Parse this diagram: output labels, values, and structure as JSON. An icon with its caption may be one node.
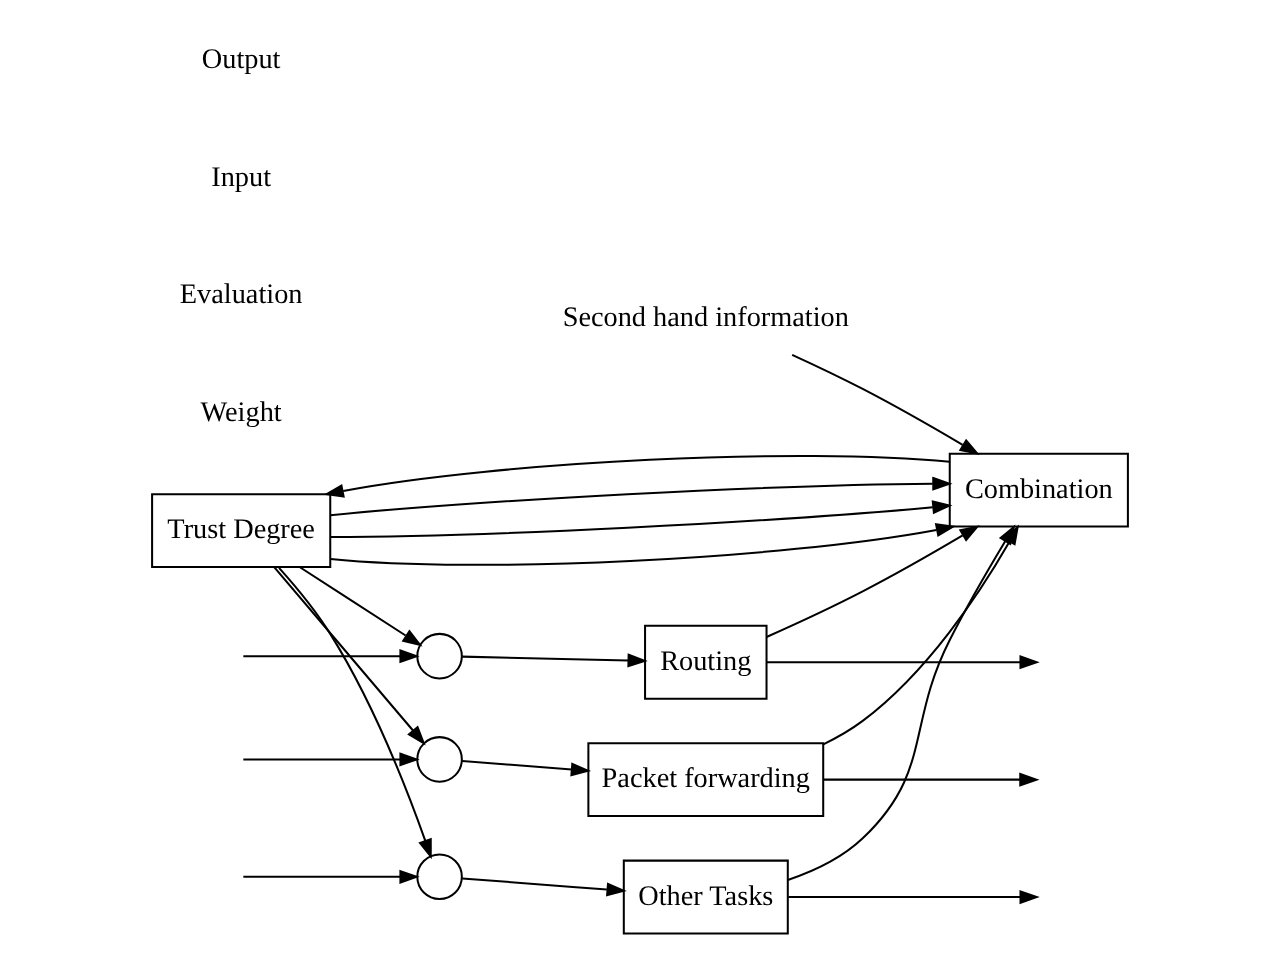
{
  "diagram": {
    "nodes": [
      {
        "text": [
          "Trust Degree"
        ]
      },
      {
        "text": [
          "Combination"
        ]
      },
      {
        "text": [
          "Second hand information"
        ]
      },
      {
        "text": [],
        "shape": "circle"
      },
      {
        "text": [
          "Routing"
        ]
      },
      {
        "text": [],
        "shape": "circle"
      },
      {
        "text": [
          "Packet forwarding"
        ]
      },
      {
        "text": [],
        "shape": "circle"
      },
      {
        "text": [
          "Other Tasks"
        ]
      }
    ],
    "edges": [
      {
        "from": 0,
        "to": 3,
        "arrow": "to"
      },
      {
        "from": 0,
        "to": 5,
        "arrow": "to"
      },
      {
        "from": 0,
        "to": 7,
        "arrow": "to"
      },
      {
        "from": 0,
        "to": 1,
        "arrow": "to"
      },
      {
        "from": 0,
        "to": 1,
        "arrow": "to"
      },
      {
        "from": 0,
        "to": 1,
        "arrow": "to"
      },
      {
        "from": 1,
        "to": 0,
        "arrow": "to"
      },
      {
        "from": 2,
        "to": 1,
        "arrow": "to"
      },
      {
        "from": null,
        "to": 3,
        "arrow": "to"
      },
      {
        "from": null,
        "to": 5,
        "arrow": "to"
      },
      {
        "from": null,
        "to": 7,
        "arrow": "to"
      },
      {
        "from": 3,
        "to": 4,
        "arrow": "to"
      },
      {
        "from": 5,
        "to": 6,
        "arrow": "to"
      },
      {
        "from": 7,
        "to": 8,
        "arrow": "to"
      },
      {
        "from": 4,
        "to": 1,
        "arrow": "to"
      },
      {
        "from": 6,
        "to": 1,
        "arrow": "to"
      },
      {
        "from": 8,
        "to": 1,
        "arrow": "to"
      },
      {
        "from": 4,
        "to": null,
        "arrow": "to"
      },
      {
        "from": 6,
        "to": null,
        "arrow": "to"
      },
      {
        "from": 8,
        "to": null,
        "arrow": "to"
      }
    ],
    "labels": [
      "Weight",
      "Evaluation",
      "Input",
      "Output"
    ]
  }
}
